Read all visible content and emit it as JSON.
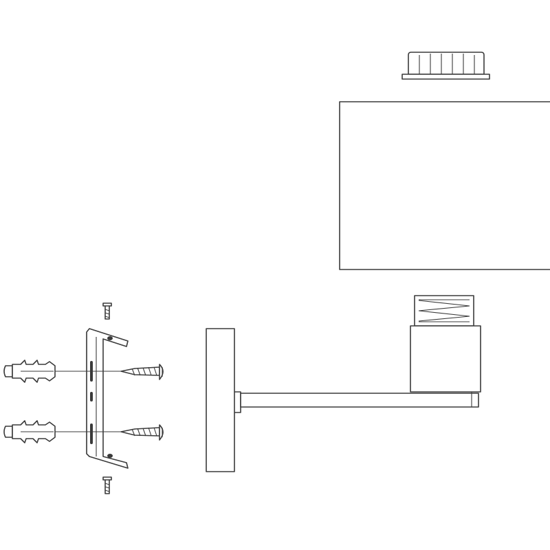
{
  "figure": {
    "kind": "assembly-exploded-view",
    "line_color": "#3a3a3a",
    "background": "#ffffff",
    "parts": [
      {
        "id": "cap-nut",
        "icon": "ribbed-cap-nut-icon"
      },
      {
        "id": "shade",
        "icon": "rectangular-shade-icon"
      },
      {
        "id": "lamp-socket",
        "icon": "threaded-socket-icon"
      },
      {
        "id": "arm",
        "icon": "horizontal-arm-rod-icon"
      },
      {
        "id": "wall-base",
        "icon": "wall-base-plate-icon"
      },
      {
        "id": "mounting-bracket",
        "icon": "u-bracket-icon"
      },
      {
        "id": "wall-plug",
        "icon": "wall-plug-anchor-icon",
        "count": 2
      },
      {
        "id": "wood-screw",
        "icon": "wood-screw-icon",
        "count": 2
      },
      {
        "id": "set-screw",
        "icon": "small-set-screw-icon",
        "count": 2
      }
    ]
  }
}
